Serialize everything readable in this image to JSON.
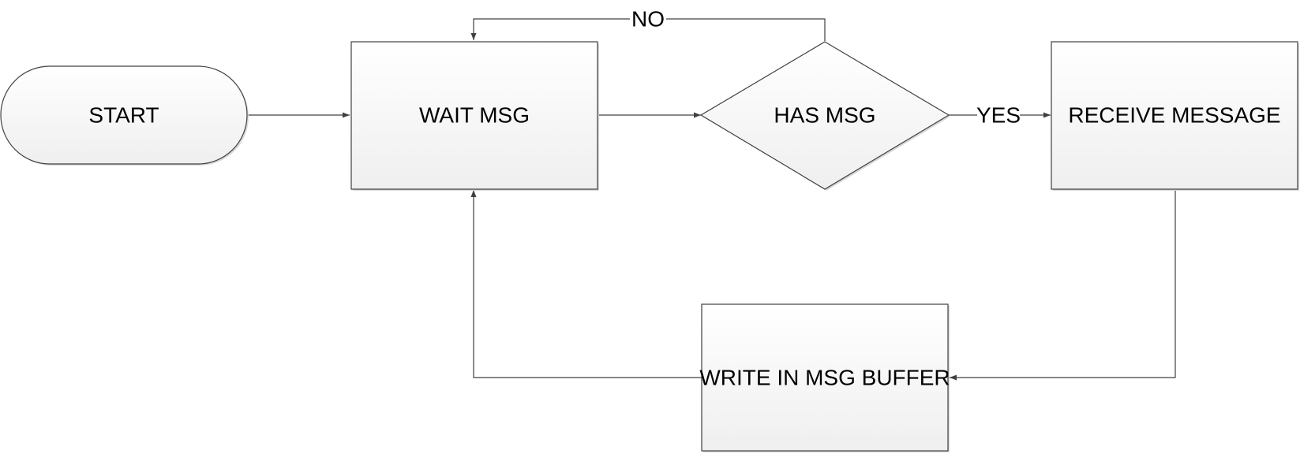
{
  "nodes": {
    "start": {
      "label": "START",
      "shape": "terminator"
    },
    "wait_msg": {
      "label": "WAIT MSG",
      "shape": "process"
    },
    "has_msg": {
      "label": "HAS MSG",
      "shape": "decision"
    },
    "receive_message": {
      "label": "RECEIVE MESSAGE",
      "shape": "process"
    },
    "write_in_msg_buffer": {
      "label": "WRITE IN MSG BUFFER",
      "shape": "process"
    }
  },
  "edges": {
    "start_to_wait": {
      "from": "start",
      "to": "wait_msg",
      "label": ""
    },
    "wait_to_has": {
      "from": "wait_msg",
      "to": "has_msg",
      "label": ""
    },
    "has_to_receive": {
      "from": "has_msg",
      "to": "receive_message",
      "label": "YES"
    },
    "has_to_wait": {
      "from": "has_msg",
      "to": "wait_msg",
      "label": "NO"
    },
    "receive_to_write": {
      "from": "receive_message",
      "to": "write_in_msg_buffer",
      "label": ""
    },
    "write_to_wait": {
      "from": "write_in_msg_buffer",
      "to": "wait_msg",
      "label": ""
    }
  },
  "colors": {
    "stroke": "#404040",
    "fill_top": "#ffffff",
    "fill_bottom": "#efefef",
    "shadow": "#d8d8d8",
    "text": "#000000"
  }
}
